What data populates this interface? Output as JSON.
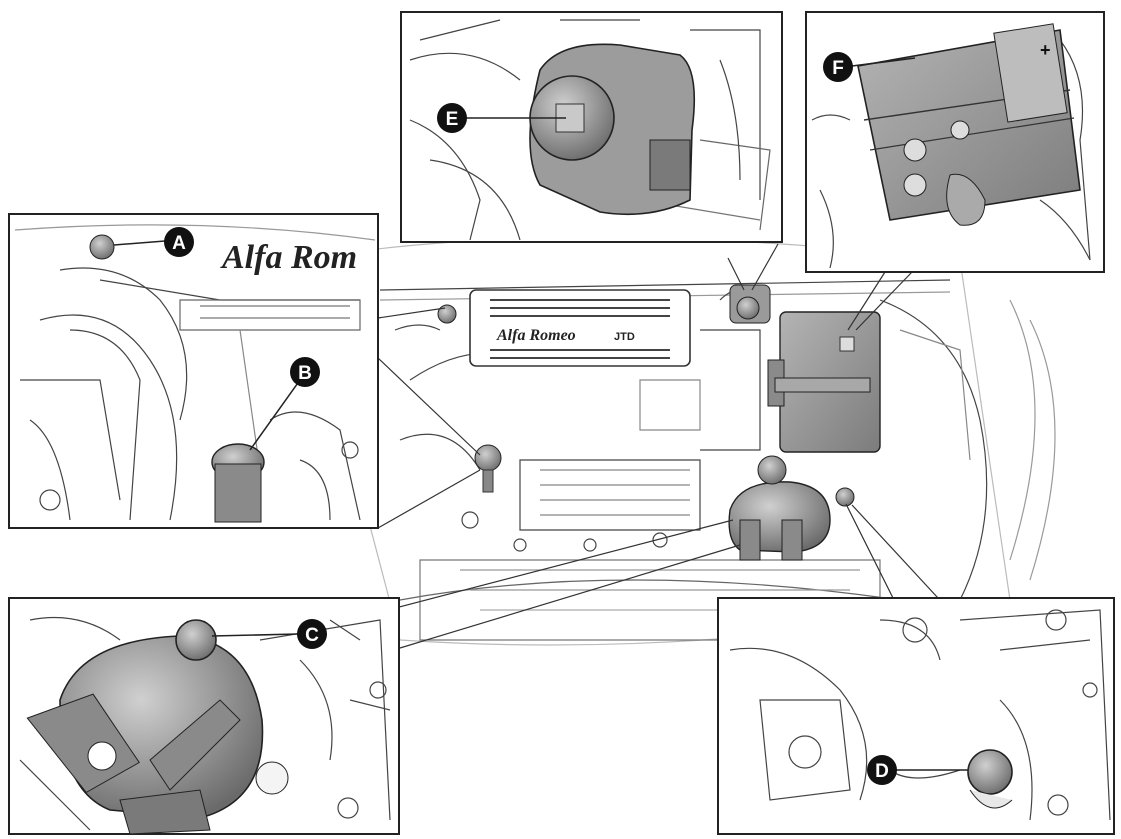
{
  "diagram": {
    "callouts": [
      {
        "id": "A",
        "label": "A"
      },
      {
        "id": "B",
        "label": "B"
      },
      {
        "id": "C",
        "label": "C"
      },
      {
        "id": "D",
        "label": "D"
      },
      {
        "id": "E",
        "label": "E"
      },
      {
        "id": "F",
        "label": "F"
      }
    ],
    "engine_cover_brand": "Alfa Romeo",
    "engine_cover_badge": "JTD",
    "inset_brand": "Alfa Rom",
    "battery_plus": "+"
  },
  "colors": {
    "line": "#3a3a3a",
    "part_fill": "#9a9a9a",
    "part_dark": "#6f6f6f",
    "callout_fill": "#111111",
    "callout_text": "#ffffff"
  }
}
